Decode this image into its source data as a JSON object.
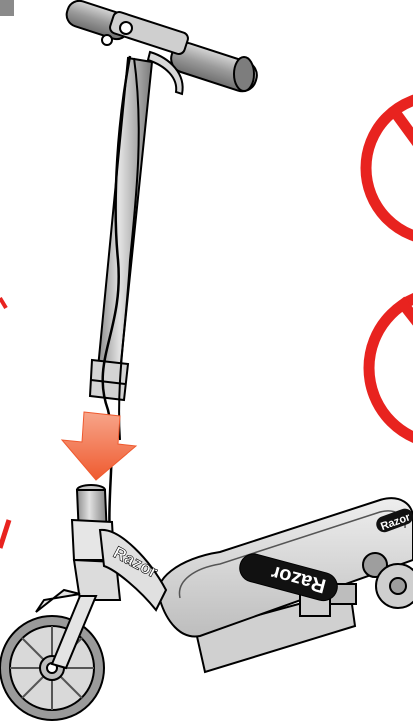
{
  "brand": {
    "neck_logo": "Razor",
    "deck_logo": "Razor",
    "rear_logo": "Razor"
  },
  "colors": {
    "prohibition_red": "#e8231f",
    "arrow_orange": "#f26b45",
    "arrow_orange_light": "#f7a58a",
    "outline": "#000000",
    "metal_gray": "#b9b9b9",
    "grip_gray": "#8e8e8e"
  },
  "icons": [
    "prohibition-sign",
    "assembly-down-arrow"
  ]
}
